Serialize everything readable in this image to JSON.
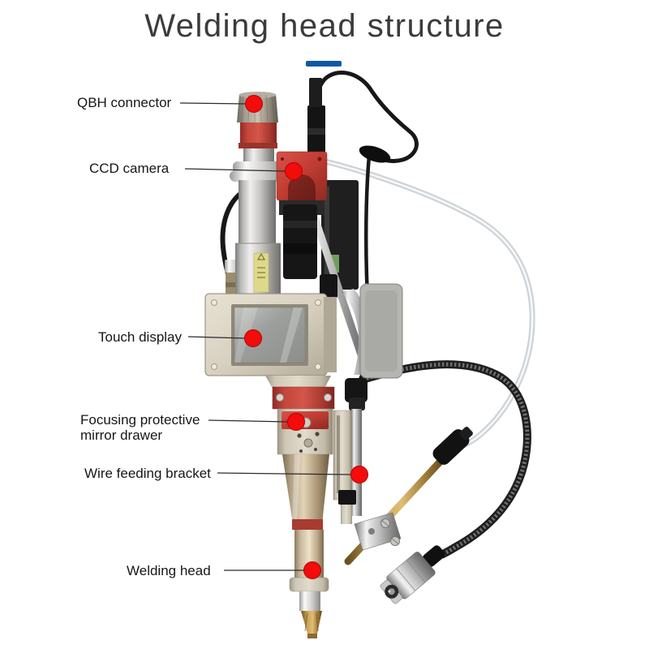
{
  "title": {
    "text": "Welding head structure"
  },
  "style": {
    "accent_blue": "#0d57a8",
    "marker_red": "#f20c0c",
    "title_color": "#3b3b3b",
    "label_color": "#161616"
  },
  "labels": [
    {
      "id": "qbh-connector",
      "text": "QBH connector"
    },
    {
      "id": "ccd-camera",
      "text": "CCD camera"
    },
    {
      "id": "touch-display",
      "text": "Touch display"
    },
    {
      "id": "focusing-protective-mirror-drawer",
      "text": "Focusing protective mirror drawer"
    },
    {
      "id": "wire-feeding-bracket",
      "text": "Wire feeding bracket"
    },
    {
      "id": "welding-head",
      "text": "Welding head"
    }
  ]
}
